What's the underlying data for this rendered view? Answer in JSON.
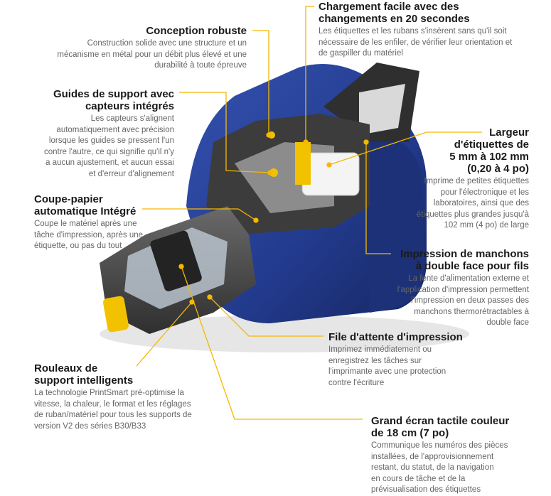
{
  "colors": {
    "leader": "#f5b800",
    "printer_blue": "#233c8f",
    "title": "#1a1a1a",
    "body": "#666666"
  },
  "callouts": [
    {
      "key": "conception",
      "title_lines": [
        "Conception robuste"
      ],
      "text_lines": [
        "Construction solide avec une structure et un",
        "mécanisme en métal pour un débit plus élevé et une",
        "durabilité à toute épreuve"
      ]
    },
    {
      "key": "chargement",
      "title_lines": [
        "Chargement facile avec des",
        "changements en 20 secondes"
      ],
      "text_lines": [
        "Les étiquettes et les rubans s'insèrent sans qu'il soit",
        "nécessaire de les enfiler, de vérifier leur orientation et",
        "de gaspiller du matériel"
      ]
    },
    {
      "key": "guides",
      "title_lines": [
        "Guides de support avec",
        "capteurs intégrés"
      ],
      "text_lines": [
        "Les capteurs s'alignent",
        "automatiquement avec précision",
        "lorsque les guides se pressent l'un",
        "contre l'autre, ce qui signifie qu'il n'y",
        "a aucun ajustement, et aucun essai",
        "et d'erreur d'alignement"
      ]
    },
    {
      "key": "largeur",
      "title_lines": [
        "Largeur",
        "d'étiquettes de",
        "5 mm à 102 mm",
        "(0,20 à 4 po)"
      ],
      "text_lines": [
        "Imprime de petites étiquettes",
        "pour l'électronique et les",
        "laboratoires, ainsi que des",
        "étiquettes plus grandes jusqu'à",
        "102 mm (4 po) de large"
      ]
    },
    {
      "key": "coupe",
      "title_lines": [
        "Coupe-papier",
        "automatique Intégré"
      ],
      "text_lines": [
        "Coupe le matériel après une",
        "tâche d'impression, après une",
        "étiquette, ou pas du tout"
      ]
    },
    {
      "key": "impression",
      "title_lines": [
        "Impression de manchons",
        "à double face pour fils"
      ],
      "text_lines": [
        "La fente d'alimentation externe et",
        "l'application d'impression permettent",
        "l'impression en deux passes des",
        "manchons thermorétractables à",
        "double face"
      ]
    },
    {
      "key": "file",
      "title_lines": [
        "File d'attente d'impression"
      ],
      "text_lines": [
        "Imprimez immédiatement ou",
        "enregistrez les tâches sur",
        "l'imprimante avec une protection",
        "contre l'écriture"
      ]
    },
    {
      "key": "rouleaux",
      "title_lines": [
        "Rouleaux de",
        "support intelligents"
      ],
      "text_lines": [
        "La technologie PrintSmart pré-optimise la",
        "vitesse, la chaleur, le format et les réglages",
        "de ruban/matériel pour tous les supports de",
        "version V2 des séries B30/B33"
      ]
    },
    {
      "key": "ecran",
      "title_lines": [
        "Grand écran tactile couleur",
        "de 18 cm (7 po)"
      ],
      "text_lines": [
        "Communique les numéros des pièces",
        "installées, de l'approvisionnement",
        "restant, du statut, de la navigation",
        "en cours de tâche et de la",
        "prévisualisation des étiquettes"
      ]
    }
  ]
}
